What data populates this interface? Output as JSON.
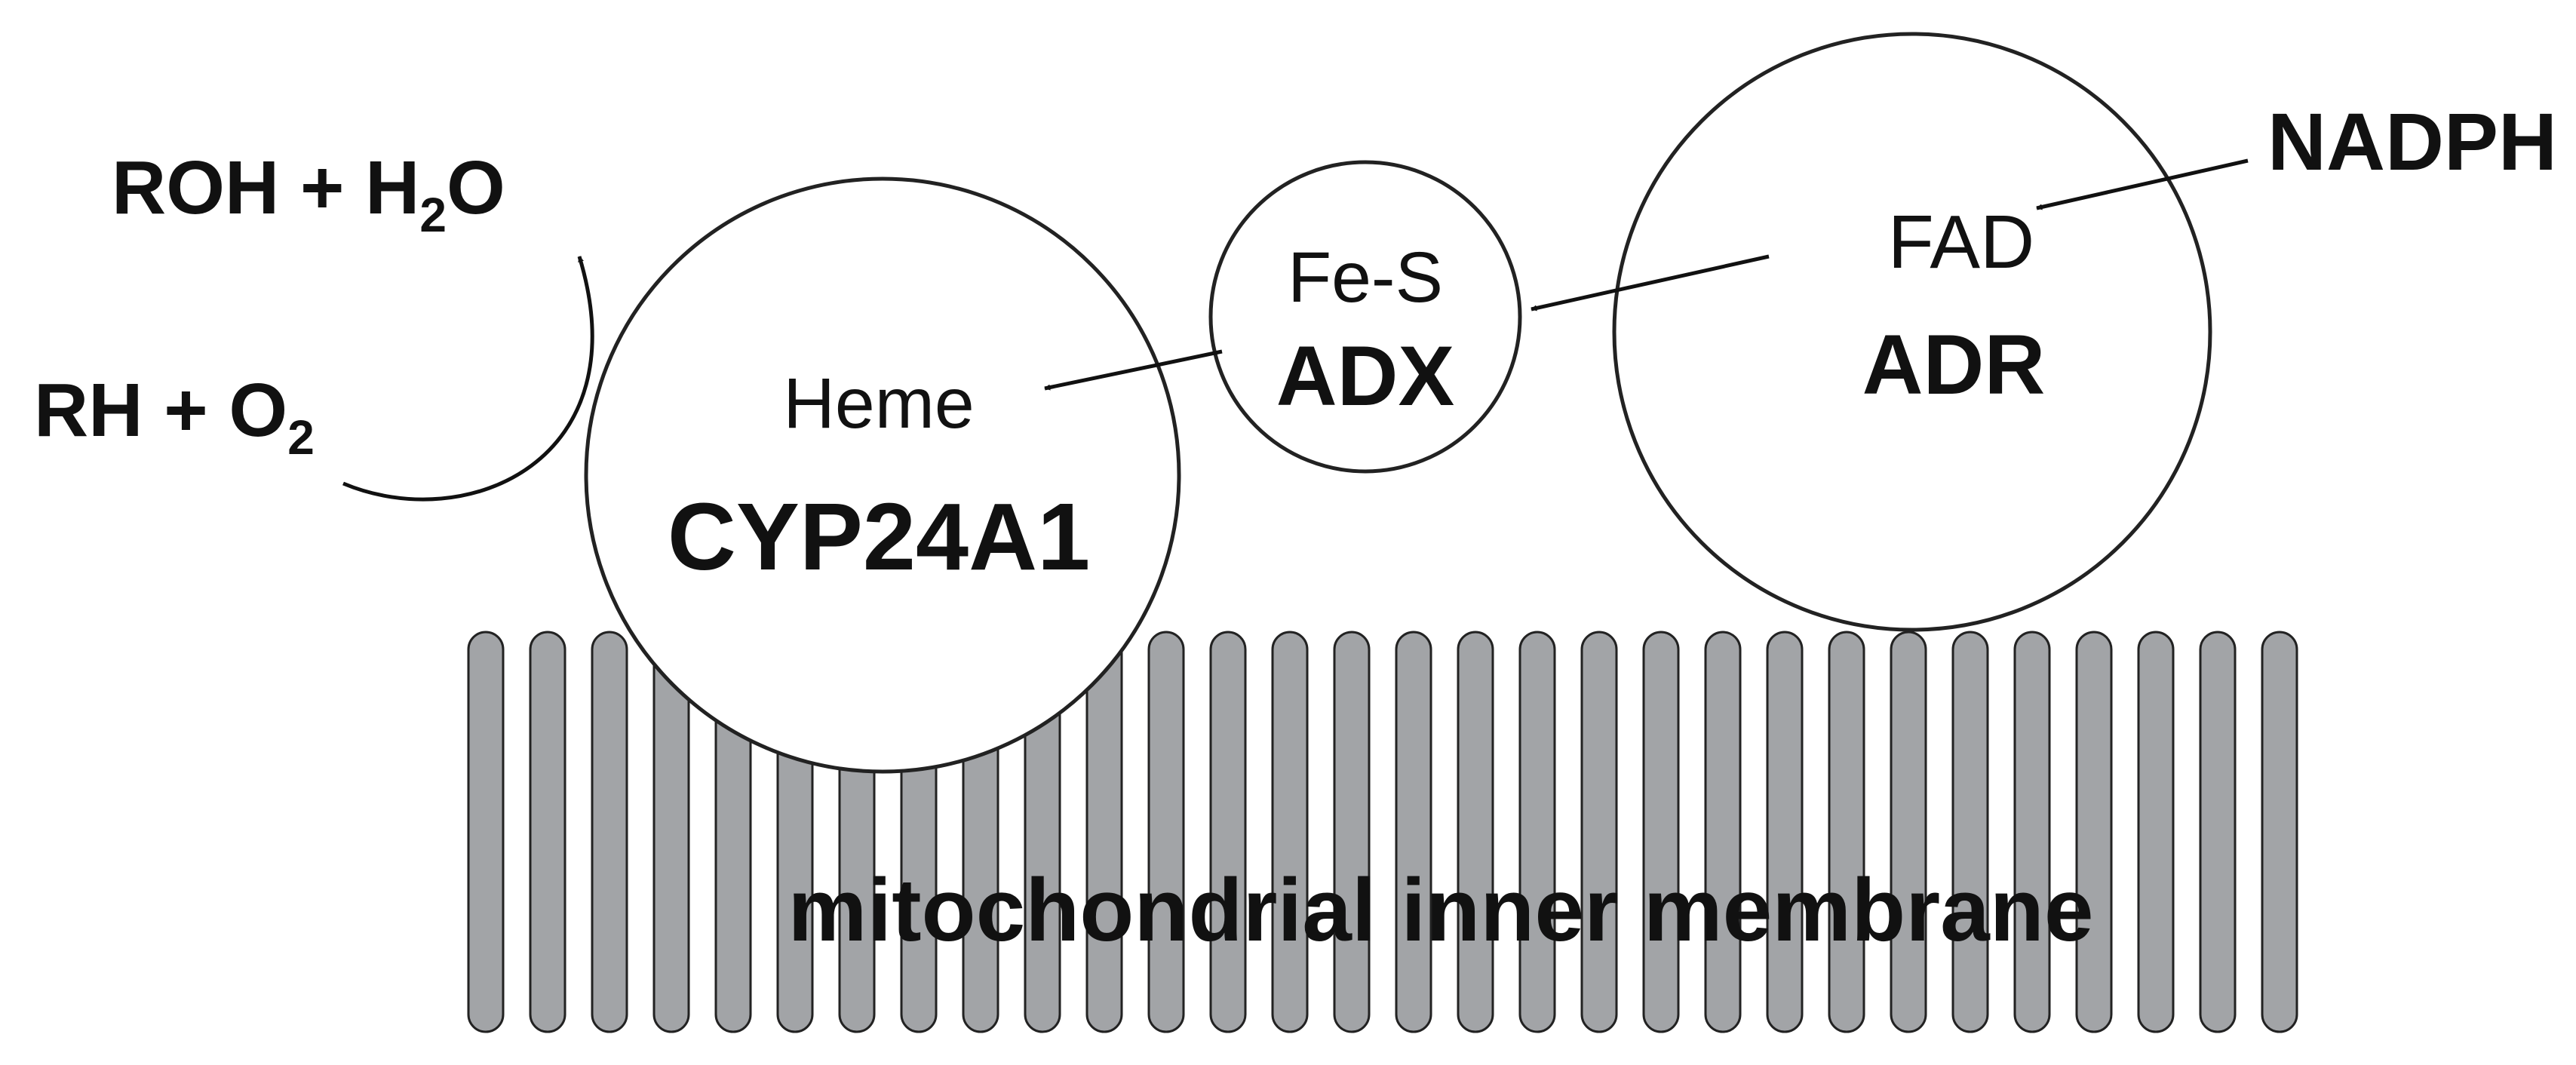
{
  "labels": {
    "products_main": "ROH + H",
    "products_sub": "2",
    "products_end": "O",
    "substrates_main": "RH + O",
    "substrates_sub": "2",
    "nadph": "NADPH",
    "cyp_cofactor": "Heme",
    "cyp_name": "CYP24A1",
    "adx_cofactor": "Fe-S",
    "adx_name": "ADX",
    "adr_cofactor": "FAD",
    "adr_name": "ADR",
    "membrane": "mitochondrial inner membrane"
  },
  "colors": {
    "membrane_fill": "#a2a4a7",
    "stroke": "#222222",
    "text": "#111111",
    "background": "#ffffff"
  }
}
